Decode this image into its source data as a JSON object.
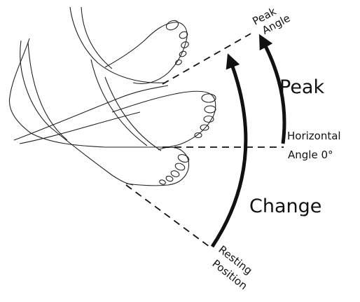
{
  "labels": {
    "peak_angle_line1": "Peak",
    "peak_angle_line2": "Angle",
    "peak": "Peak",
    "horizontal_line1": "Horizontal",
    "horizontal_line2": "Angle 0°",
    "change": "Change",
    "resting_line1": "Resting",
    "resting_line2": "Position"
  },
  "colors": {
    "ink": "#111111",
    "background": "#ffffff"
  }
}
